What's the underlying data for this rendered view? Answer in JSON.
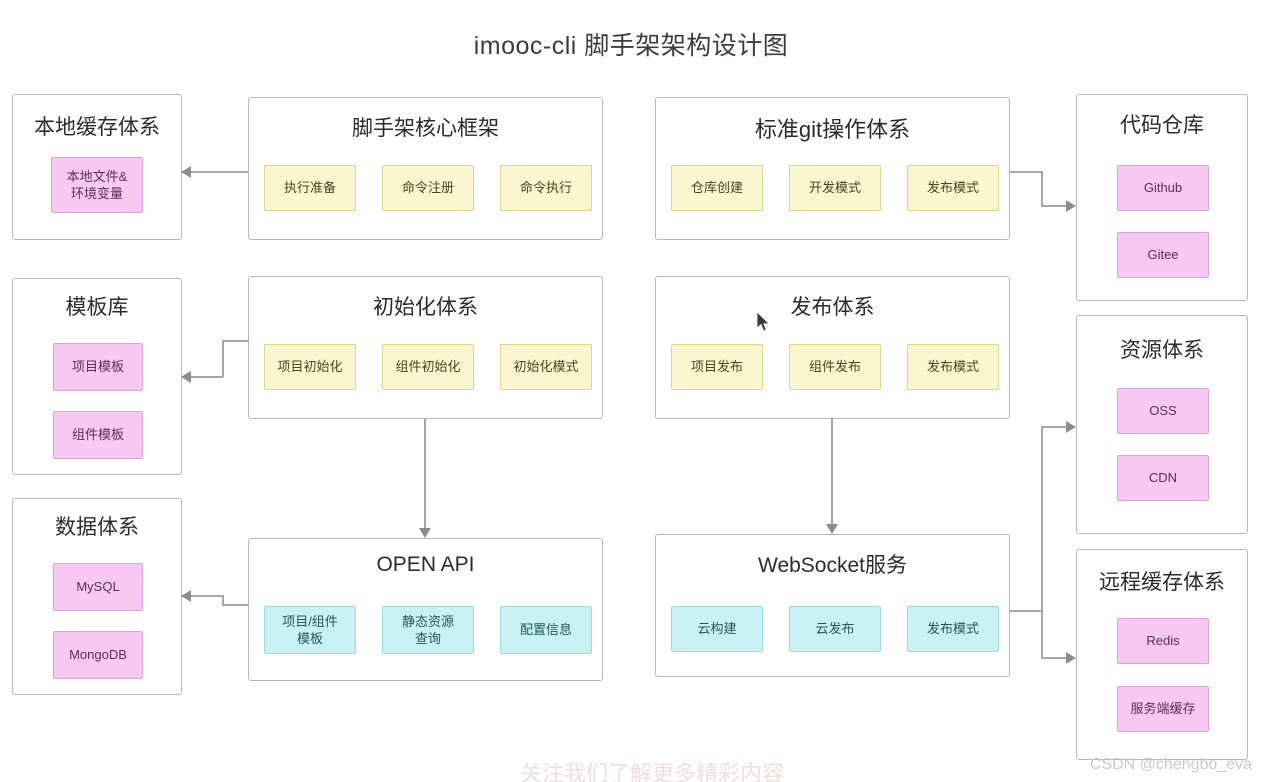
{
  "title": "imooc-cli 脚手架架构设计图",
  "watermark": "CSDN @chengbo_eva",
  "watermark_faint": "关注我们了解更多精彩内容",
  "groups": {
    "local_cache": {
      "title": "本地缓存体系",
      "items": [
        {
          "label": "本地文件&\n环境变量",
          "color": "pink"
        }
      ]
    },
    "core_framework": {
      "title": "脚手架核心框架",
      "items": [
        {
          "label": "执行准备",
          "color": "yellow"
        },
        {
          "label": "命令注册",
          "color": "yellow"
        },
        {
          "label": "命令执行",
          "color": "yellow"
        }
      ]
    },
    "git_system": {
      "title": "标准git操作体系",
      "items": [
        {
          "label": "仓库创建",
          "color": "yellow"
        },
        {
          "label": "开发模式",
          "color": "yellow"
        },
        {
          "label": "发布模式",
          "color": "yellow"
        }
      ]
    },
    "code_repo": {
      "title": "代码仓库",
      "items": [
        {
          "label": "Github",
          "color": "pink"
        },
        {
          "label": "Gitee",
          "color": "pink"
        }
      ]
    },
    "template_lib": {
      "title": "模板库",
      "items": [
        {
          "label": "项目模板",
          "color": "pink"
        },
        {
          "label": "组件模板",
          "color": "pink"
        }
      ]
    },
    "init_system": {
      "title": "初始化体系",
      "items": [
        {
          "label": "项目初始化",
          "color": "yellow"
        },
        {
          "label": "组件初始化",
          "color": "yellow"
        },
        {
          "label": "初始化模式",
          "color": "yellow"
        }
      ]
    },
    "publish_system": {
      "title": "发布体系",
      "items": [
        {
          "label": "项目发布",
          "color": "yellow"
        },
        {
          "label": "组件发布",
          "color": "yellow"
        },
        {
          "label": "发布模式",
          "color": "yellow"
        }
      ]
    },
    "resource_system": {
      "title": "资源体系",
      "items": [
        {
          "label": "OSS",
          "color": "pink"
        },
        {
          "label": "CDN",
          "color": "pink"
        }
      ]
    },
    "data_system": {
      "title": "数据体系",
      "items": [
        {
          "label": "MySQL",
          "color": "pink"
        },
        {
          "label": "MongoDB",
          "color": "pink"
        }
      ]
    },
    "open_api": {
      "title": "OPEN API",
      "items": [
        {
          "label": "项目/组件\n模板",
          "color": "cyan"
        },
        {
          "label": "静态资源\n查询",
          "color": "cyan"
        },
        {
          "label": "配置信息",
          "color": "cyan"
        }
      ]
    },
    "websocket": {
      "title": "WebSocket服务",
      "items": [
        {
          "label": "云构建",
          "color": "cyan"
        },
        {
          "label": "云发布",
          "color": "cyan"
        },
        {
          "label": "发布模式",
          "color": "cyan"
        }
      ]
    },
    "remote_cache": {
      "title": "远程缓存体系",
      "items": [
        {
          "label": "Redis",
          "color": "pink"
        },
        {
          "label": "服务端缓存",
          "color": "pink"
        }
      ]
    }
  },
  "colors": {
    "yellow_fill": "#faf6cf",
    "yellow_border": "#ddd48f",
    "pink_fill": "#f6c8f2",
    "pink_border": "#d9a4d6",
    "cyan_fill": "#c9f1f4",
    "cyan_border": "#9fd9de",
    "group_border": "#b8b8b8",
    "connector": "#a6a6a6"
  }
}
